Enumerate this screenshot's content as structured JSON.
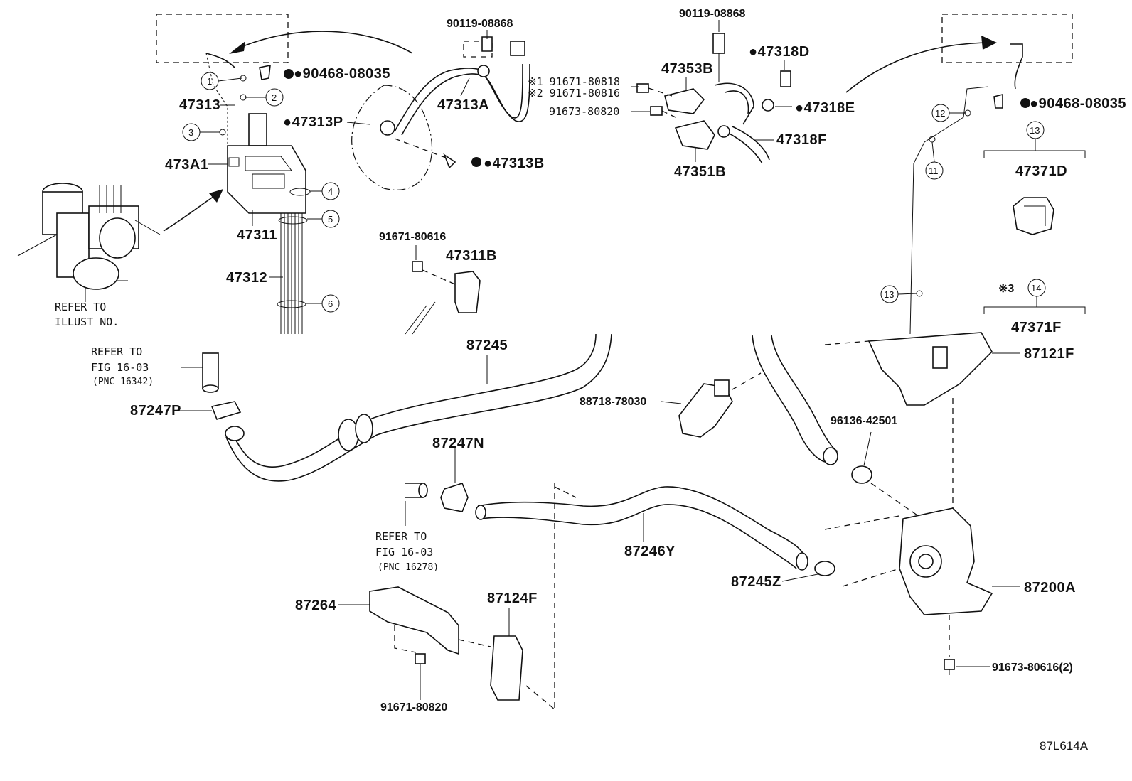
{
  "labels": {
    "p90119_08868_a": "90119-08868",
    "p90119_08868_b": "90119-08868",
    "p90468_08035_a": "●90468-08035",
    "p90468_08035_b": "●90468-08035",
    "p47313": "47313",
    "p47313P": "●47313P",
    "p473A1": "473A1",
    "p47311": "47311",
    "p47312": "47312",
    "p47313A": "47313A",
    "p47313B": "●47313B",
    "p91671_80818": "※1 91671-80818",
    "p91671_80816": "※2 91671-80816",
    "p91673_80820": "91673-80820",
    "p47353B": "47353B",
    "p47318D": "●47318D",
    "p47318E": "●47318E",
    "p47318F": "47318F",
    "p47351B": "47351B",
    "p91671_80616": "91671-80616",
    "p47311B": "47311B",
    "p47371D": "47371D",
    "p47371F": "47371F",
    "note3": "※3",
    "p87245": "87245",
    "p87247P": "87247P",
    "p87247N": "87247N",
    "p88718_78030": "88718-78030",
    "p87121F": "87121F",
    "p96136_42501": "96136-42501",
    "p87246Y": "87246Y",
    "p87245Z": "87245Z",
    "p87200A": "87200A",
    "p87264": "87264",
    "p87124F": "87124F",
    "p91671_80820": "91671-80820",
    "p91673_80616": "91673-80616(2)"
  },
  "refs": {
    "illust_1": "REFER TO",
    "illust_2": "ILLUST NO.",
    "fig1_1": "REFER TO",
    "fig1_2": "FIG 16-03",
    "fig1_3": "(PNC 16342)",
    "fig2_1": "REFER TO",
    "fig2_2": "FIG 16-03",
    "fig2_3": "(PNC 16278)"
  },
  "callouts": [
    "1",
    "2",
    "3",
    "4",
    "5",
    "6",
    "11",
    "12",
    "13",
    "13",
    "14"
  ],
  "footer": {
    "diagram_id": "87L614A"
  }
}
